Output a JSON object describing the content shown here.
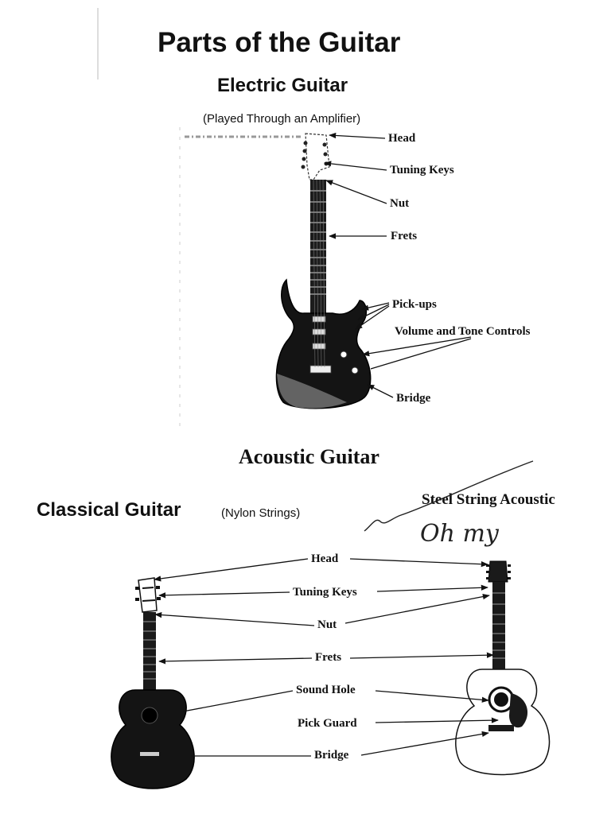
{
  "title": "Parts of the Guitar",
  "electric": {
    "heading": "Electric Guitar",
    "subheading": "(Played Through an Amplifier)",
    "parts": [
      "Head",
      "Tuning Keys",
      "Nut",
      "Frets",
      "Pick-ups",
      "Volume and Tone Controls",
      "Bridge"
    ]
  },
  "acoustic": {
    "heading": "Acoustic Guitar",
    "classical_heading": "Classical Guitar",
    "classical_note": "(Nylon Strings)",
    "steel_heading": "Steel String Acoustic",
    "handwritten_note": "Oh my",
    "parts": [
      "Head",
      "Tuning Keys",
      "Nut",
      "Frets",
      "Sound Hole",
      "Pick Guard",
      "Bridge"
    ]
  }
}
